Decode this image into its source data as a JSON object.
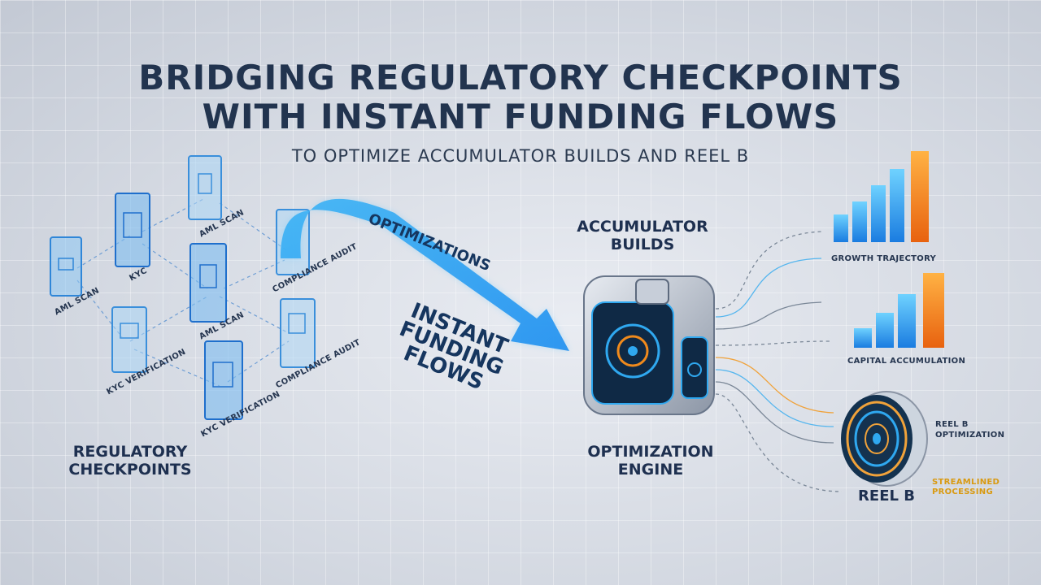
{
  "title_line1": "BRIDGING REGULATORY CHECKPOINTS",
  "title_line2": "WITH INSTANT FUNDING FLOWS",
  "subtitle": "TO OPTIMIZE ACCUMULATOR BUILDS AND REEL B",
  "left_label": "REGULATORY\nCHECKPOINTS",
  "checkpoints": [
    "AML SCAN",
    "KYC",
    "AML SCAN",
    "AML SCAN",
    "COMPLIANCE AUDIT",
    "KYC VERIFICATION",
    "KYC VERIFICATION",
    "COMPLIANCE AUDIT"
  ],
  "arrow_label_top": "OPTIMIZATIONS",
  "arrow_label_main": "INSTANT\nFUNDING\nFLOWS",
  "engine_label": "OPTIMIZATION\nENGINE",
  "accumulator_label": "ACCUMULATOR\nBUILDS",
  "growth_label": "GROWTH TRAJECTORY",
  "capital_label": "CAPITAL ACCUMULATION",
  "reel_opt_label": "REEL B\nOPTIMIZATION",
  "streamlined_label": "STREAMLINED\nPROCESSING",
  "reel_label": "REEL B",
  "colors": {
    "accent": "#2fa8f0",
    "orange": "#f08a1c",
    "title": "#22344f"
  }
}
